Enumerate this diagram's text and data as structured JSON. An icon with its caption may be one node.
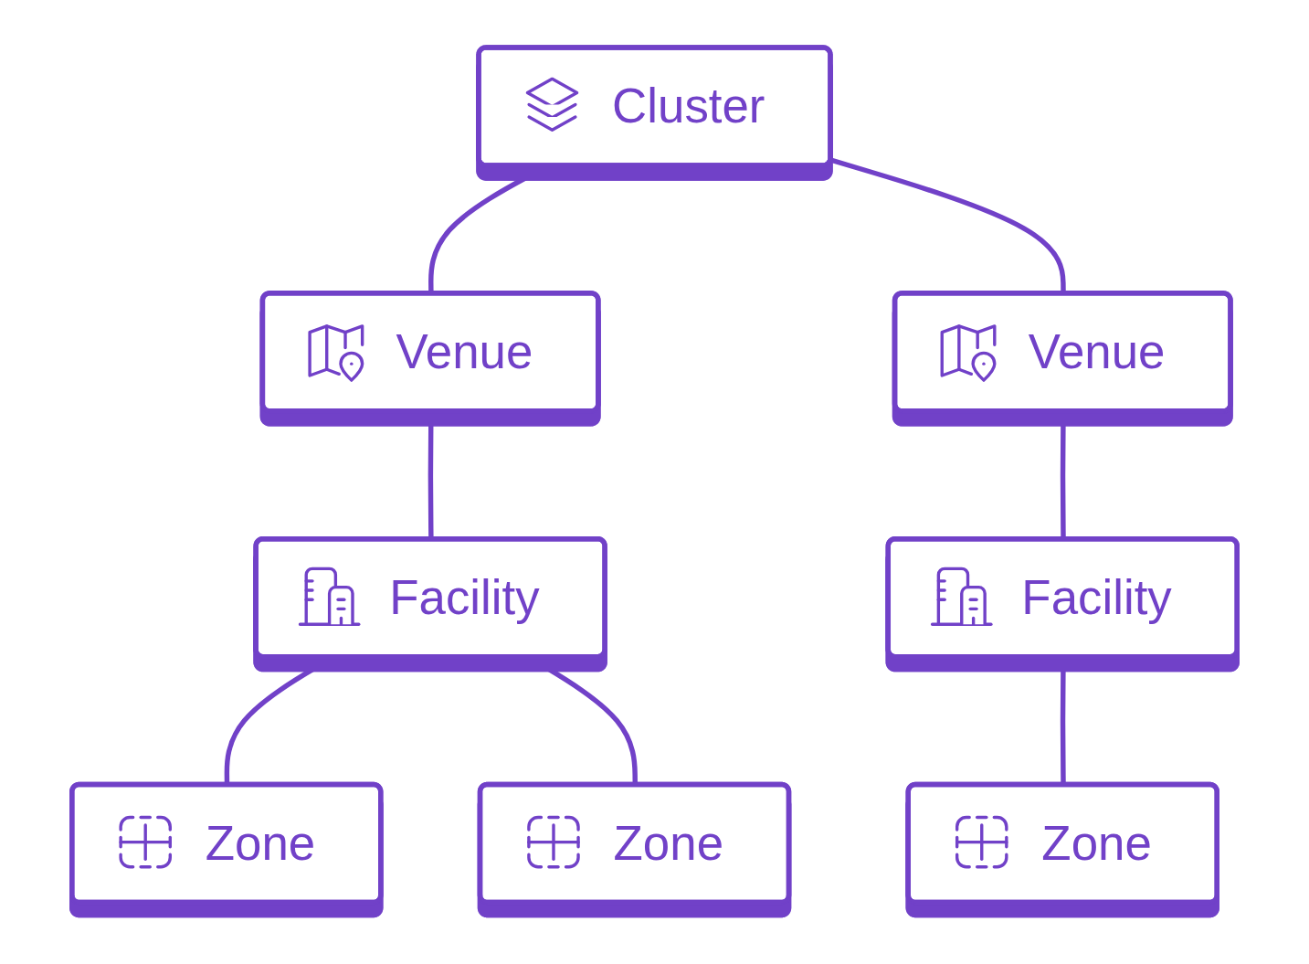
{
  "diagram": {
    "nodes": [
      {
        "text": [
          "Cluster"
        ]
      },
      {
        "text": [
          "Venue"
        ]
      },
      {
        "text": [
          "Venue"
        ]
      },
      {
        "text": [
          "Facility"
        ]
      },
      {
        "text": [
          "Facility"
        ]
      },
      {
        "text": [
          "Zone"
        ]
      },
      {
        "text": [
          "Zone"
        ]
      },
      {
        "text": [
          "Zone"
        ]
      }
    ],
    "edges": [
      {
        "from": 0,
        "to": 1,
        "arrow": "none"
      },
      {
        "from": 0,
        "to": 2,
        "arrow": "none"
      },
      {
        "from": 1,
        "to": 3,
        "arrow": "none"
      },
      {
        "from": 2,
        "to": 4,
        "arrow": "none"
      },
      {
        "from": 3,
        "to": 5,
        "arrow": "none"
      },
      {
        "from": 3,
        "to": 6,
        "arrow": "none"
      },
      {
        "from": 4,
        "to": 7,
        "arrow": "none"
      }
    ]
  }
}
